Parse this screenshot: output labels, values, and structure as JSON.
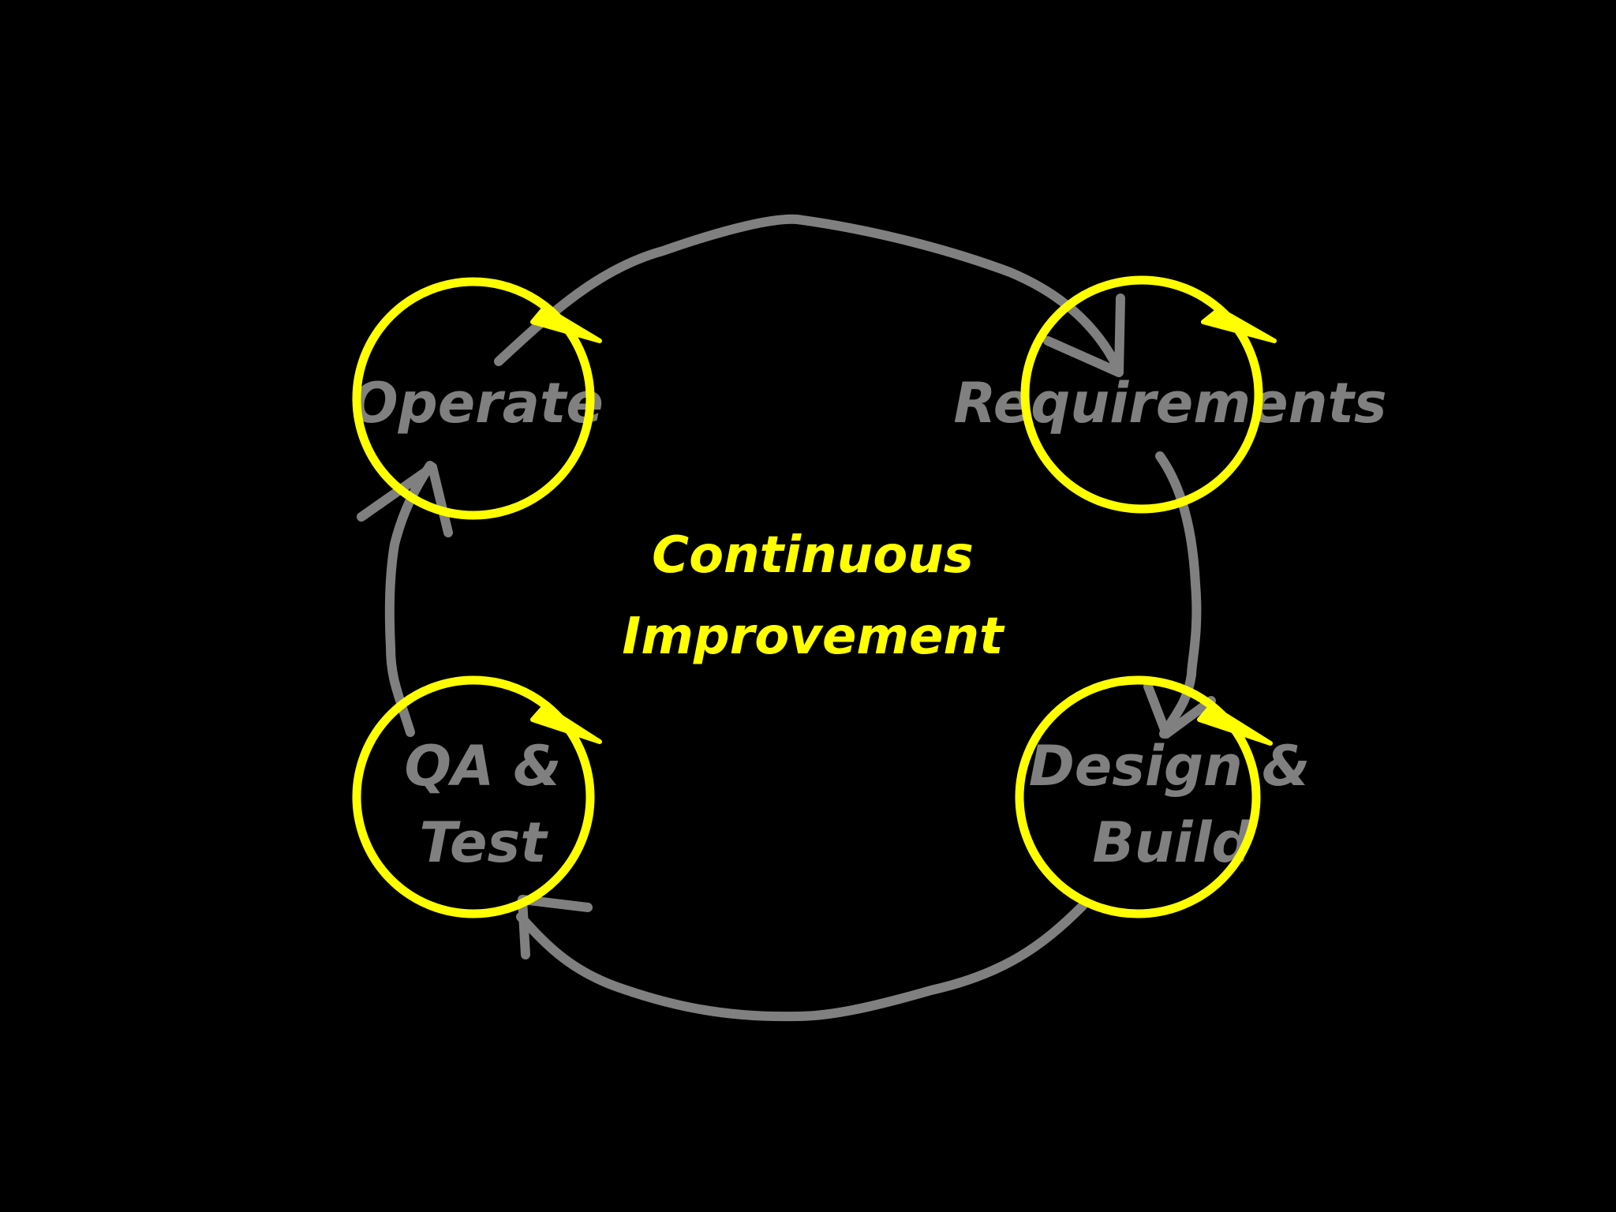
{
  "colors": {
    "background": "#000000",
    "cycle_line": "#808080",
    "node_circle": "#ffff00",
    "node_text": "#808080",
    "center_text": "#ffff00"
  },
  "center": {
    "line1": "Continuous",
    "line2": "Improvement"
  },
  "nodes": {
    "operate": {
      "label": "Operate"
    },
    "requirements": {
      "label": "Requirements"
    },
    "design_build": {
      "line1": "Design &",
      "line2": "Build"
    },
    "qa_test": {
      "line1": "QA &",
      "line2": "Test"
    }
  }
}
